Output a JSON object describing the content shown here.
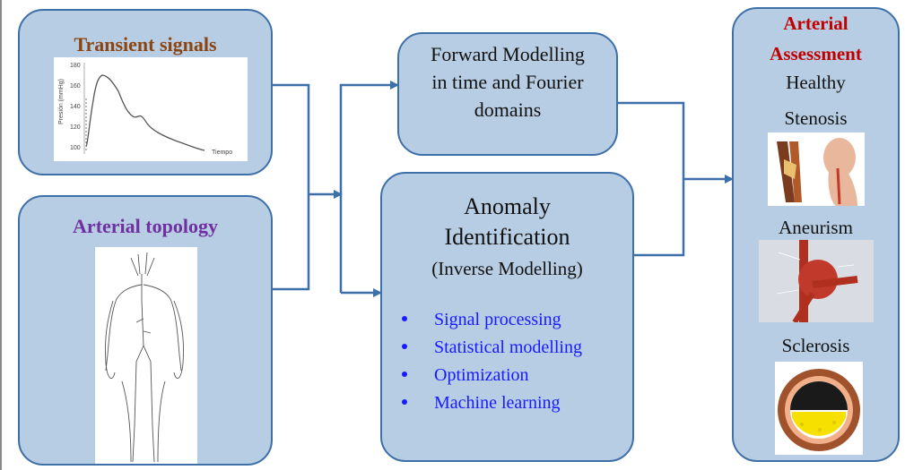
{
  "transient": {
    "title": "Transient signals",
    "ylabel": "Presión (mmHg)",
    "xlabel": "Tiempo",
    "yticks": [
      "180",
      "160",
      "140",
      "120",
      "100"
    ]
  },
  "topology": {
    "title": "Arterial topology"
  },
  "forward": {
    "line1": "Forward Modelling",
    "line2": "in time and Fourier",
    "line3": "domains"
  },
  "anomaly": {
    "line1": "Anomaly",
    "line2": "Identification",
    "line3": "(Inverse Modelling)",
    "methods": [
      "Signal processing",
      "Statistical modelling",
      "Optimization",
      "Machine learning"
    ]
  },
  "assessment": {
    "title_line1": "Arterial",
    "title_line2": "Assessment",
    "healthy": "Healthy",
    "stenosis": "Stenosis",
    "aneurism": "Aneurism",
    "sclerosis": "Sclerosis"
  },
  "colors": {
    "box_fill": "#b7cde3",
    "box_border": "#3d6fa8",
    "arrow": "#3d6fa8",
    "transient_title": "#8b4513",
    "topology_title": "#7030a0",
    "assessment_title": "#c00000",
    "method_text": "#1a1aff"
  }
}
